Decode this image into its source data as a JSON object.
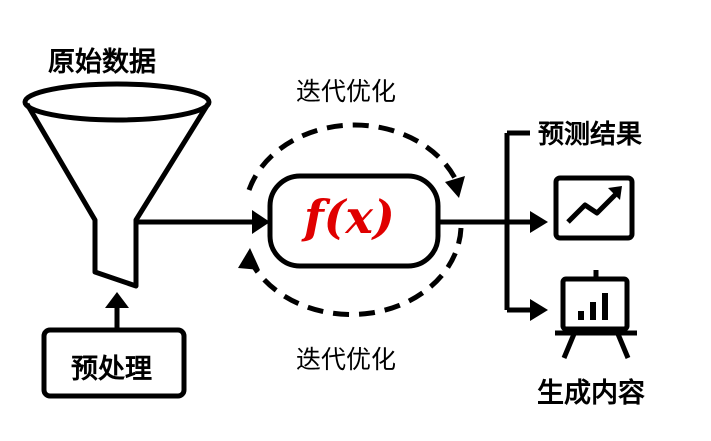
{
  "diagram": {
    "raw_data_label": "原始数据",
    "iterate_top_label": "迭代优化",
    "iterate_bottom_label": "迭代优化",
    "function_label": "f(x)",
    "prediction_label": "预测结果",
    "generation_label": "生成内容",
    "preprocess_label": "预处理",
    "function_color": "#e00000",
    "stroke_color": "#000000"
  }
}
